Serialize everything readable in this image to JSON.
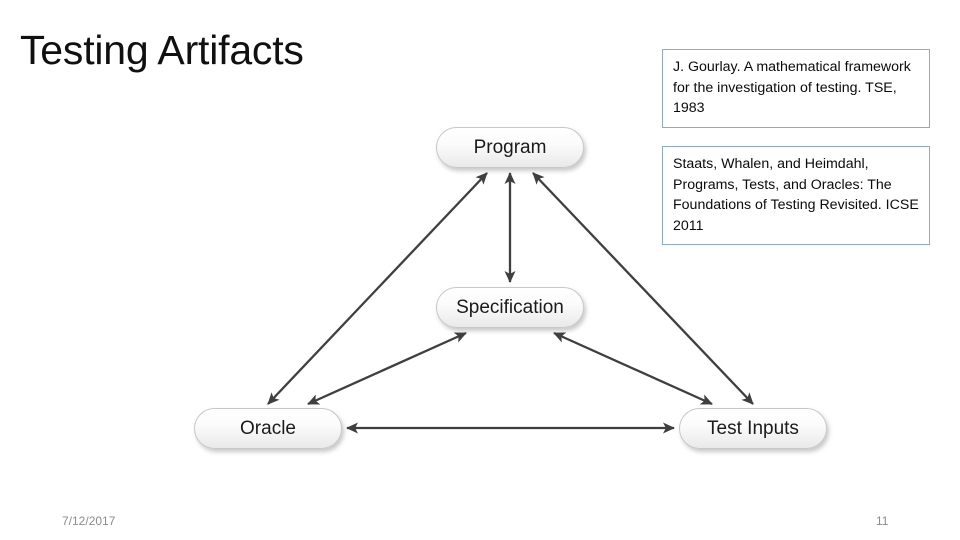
{
  "slide": {
    "title": "Testing Artifacts",
    "footer_date": "7/12/2017",
    "page_number": "11",
    "background_color": "#ffffff"
  },
  "citations": [
    {
      "id": "citation-1",
      "text": "J. Gourlay. A mathematical framework for the investigation of testing. TSE, 1983",
      "border_color": "#8faac4"
    },
    {
      "id": "citation-2",
      "text": "Staats, Whalen, and Heimdahl, Programs, Tests, and Oracles: The Foundations of Testing Revisited. ICSE 2011",
      "border_color": "#8faac4"
    }
  ],
  "diagram": {
    "type": "node-link",
    "node_fill": "#f5f5f5",
    "node_border_color": "#c8c8c8",
    "arrow_color": "#3f3f3f",
    "nodes": [
      {
        "id": "program",
        "label": "Program"
      },
      {
        "id": "specification",
        "label": "Specification"
      },
      {
        "id": "oracle",
        "label": "Oracle"
      },
      {
        "id": "test-inputs",
        "label": "Test Inputs"
      }
    ],
    "edges": [
      {
        "from": "program",
        "to": "specification",
        "arrows": "both"
      },
      {
        "from": "program",
        "to": "oracle",
        "arrows": "both"
      },
      {
        "from": "program",
        "to": "test-inputs",
        "arrows": "both"
      },
      {
        "from": "specification",
        "to": "oracle",
        "arrows": "both"
      },
      {
        "from": "specification",
        "to": "test-inputs",
        "arrows": "both"
      },
      {
        "from": "oracle",
        "to": "test-inputs",
        "arrows": "both"
      }
    ]
  }
}
